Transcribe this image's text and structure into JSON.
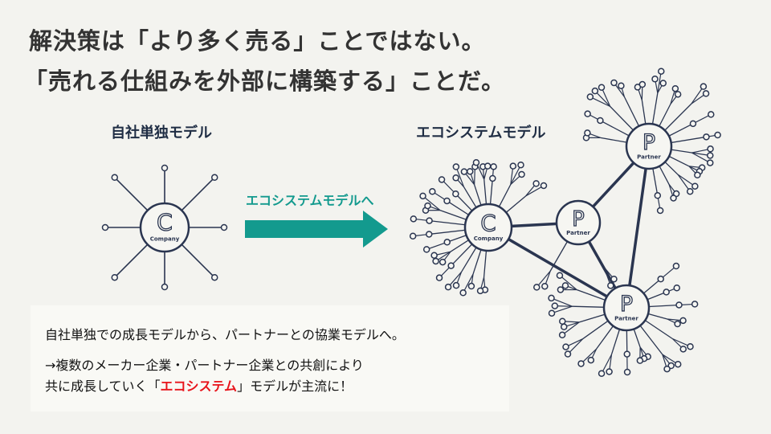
{
  "title": {
    "line1": "解決策は「より多く売る」ことではない。",
    "line2": "「売れる仕組みを外部に構築する」ことだ。"
  },
  "solo_model": {
    "label": "自社単独モデル",
    "company_letter": "C",
    "company_label": "Company"
  },
  "arrow": {
    "label": "エコシステムモデルへ"
  },
  "eco_model": {
    "label": "エコシステムモデル",
    "company_letter": "C",
    "company_label": "Company",
    "partner_letter": "P",
    "partner_label": "Partner"
  },
  "textbox": {
    "line1": "自社単独での成長モデルから、パートナーとの協業モデルへ。",
    "line2": "→複数のメーカー企業・パートナー企業との共創により",
    "line3_pre": "共に成長していく「",
    "line3_highlight": "エコシステム",
    "line3_post": "」モデルが主流に！"
  },
  "colors": {
    "navy": "#2a3550",
    "teal": "#139a8e",
    "highlight": "#e8141b",
    "background": "#f3f3ef"
  }
}
